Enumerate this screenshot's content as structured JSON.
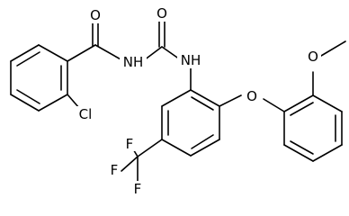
{
  "molecule": {
    "atom_labels": {
      "o_benzoyl": "O",
      "o_urea": "O",
      "nh_left": "NH",
      "nh_right": "NH",
      "cl": "Cl",
      "o_ether": "O",
      "o_methoxy": "O",
      "f_1": "F",
      "f_2": "F",
      "f_3": "F"
    }
  }
}
